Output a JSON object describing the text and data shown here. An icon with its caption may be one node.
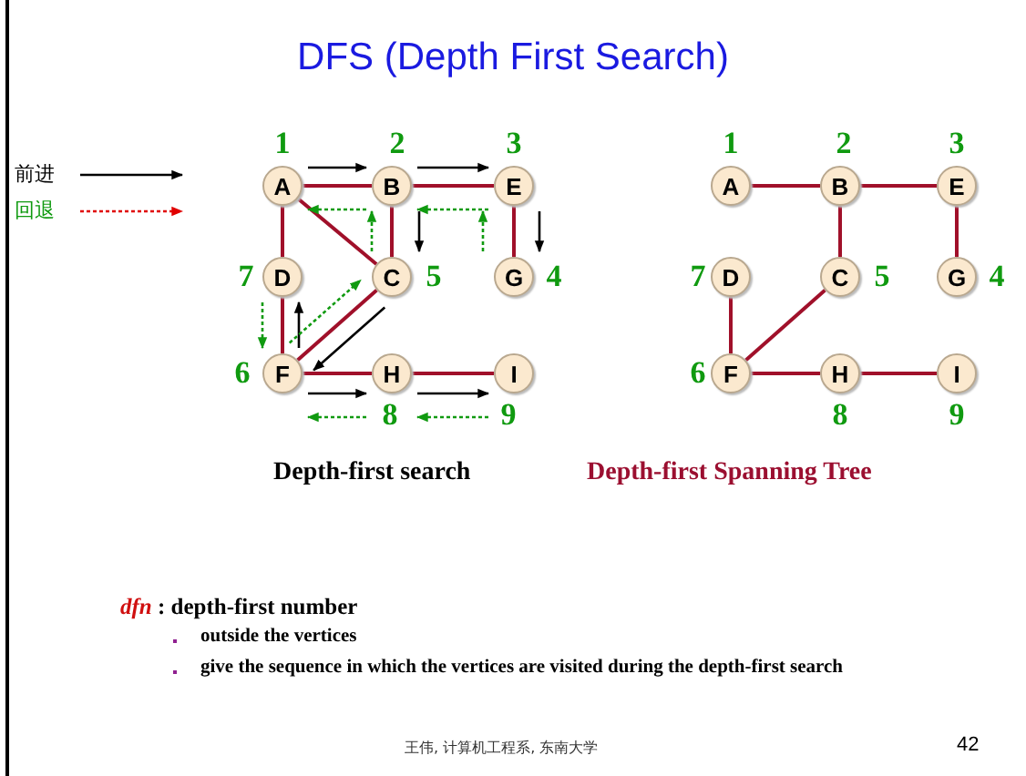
{
  "diagram": {
    "title": "DFS (Depth First Search)",
    "nodes": [
      {
        "text": [
          "A"
        ],
        "beside": [
          "1"
        ]
      },
      {
        "text": [
          "B"
        ],
        "beside": [
          "2"
        ]
      },
      {
        "text": [
          "E"
        ],
        "beside": [
          "3"
        ]
      },
      {
        "text": [
          "D"
        ],
        "beside": [
          "7"
        ]
      },
      {
        "text": [
          "C"
        ],
        "beside": [
          "5"
        ]
      },
      {
        "text": [
          "G"
        ],
        "beside": [
          "4"
        ]
      },
      {
        "text": [
          "F"
        ],
        "beside": [
          "6"
        ]
      },
      {
        "text": [
          "H"
        ],
        "beside": [
          "8"
        ]
      },
      {
        "text": [
          "I"
        ],
        "beside": [
          "9"
        ]
      },
      {
        "text": [
          "A"
        ],
        "beside": [
          "1"
        ]
      },
      {
        "text": [
          "B"
        ],
        "beside": [
          "2"
        ]
      },
      {
        "text": [
          "E"
        ],
        "beside": [
          "3"
        ]
      },
      {
        "text": [
          "D"
        ],
        "beside": [
          "7"
        ]
      },
      {
        "text": [
          "C"
        ],
        "beside": [
          "5"
        ]
      },
      {
        "text": [
          "G"
        ],
        "beside": [
          "4"
        ]
      },
      {
        "text": [
          "F"
        ],
        "beside": [
          "6"
        ]
      },
      {
        "text": [
          "H"
        ],
        "beside": [
          "8"
        ]
      },
      {
        "text": [
          "I"
        ],
        "beside": [
          "9"
        ]
      }
    ],
    "edges": [
      {
        "from": 0,
        "to": 1,
        "arrow": "none"
      },
      {
        "from": 1,
        "to": 2,
        "arrow": "none"
      },
      {
        "from": 0,
        "to": 3,
        "arrow": "none"
      },
      {
        "from": 0,
        "to": 4,
        "arrow": "none"
      },
      {
        "from": 1,
        "to": 4,
        "arrow": "none"
      },
      {
        "from": 2,
        "to": 5,
        "arrow": "none"
      },
      {
        "from": 3,
        "to": 6,
        "arrow": "none"
      },
      {
        "from": 4,
        "to": 6,
        "arrow": "none"
      },
      {
        "from": 6,
        "to": 7,
        "arrow": "none"
      },
      {
        "from": 7,
        "to": 8,
        "arrow": "none"
      },
      {
        "from": 9,
        "to": 10,
        "arrow": "none"
      },
      {
        "from": 10,
        "to": 11,
        "arrow": "none"
      },
      {
        "from": 10,
        "to": 13,
        "arrow": "none"
      },
      {
        "from": 11,
        "to": 14,
        "arrow": "none"
      },
      {
        "from": 12,
        "to": 15,
        "arrow": "none"
      },
      {
        "from": 13,
        "to": 15,
        "arrow": "none"
      },
      {
        "from": 15,
        "to": 16,
        "arrow": "none"
      },
      {
        "from": 16,
        "to": 17,
        "arrow": "none"
      },
      {
        "from": 0,
        "to": 1,
        "arrow": "to",
        "color": "#000000"
      },
      {
        "from": 1,
        "to": 2,
        "arrow": "to",
        "color": "#000000"
      },
      {
        "from": 1,
        "to": 4,
        "arrow": "to",
        "color": "#000000"
      },
      {
        "from": 2,
        "to": 5,
        "arrow": "to",
        "color": "#000000"
      },
      {
        "from": 4,
        "to": 6,
        "arrow": "to",
        "color": "#000000"
      },
      {
        "from": 6,
        "to": 3,
        "arrow": "to",
        "color": "#000000"
      },
      {
        "from": 6,
        "to": 7,
        "arrow": "to",
        "color": "#000000"
      },
      {
        "from": 7,
        "to": 8,
        "arrow": "to",
        "color": "#000000"
      },
      {
        "from": 5,
        "to": 2,
        "arrow": "to",
        "style": "dashed",
        "color": "#109a10"
      },
      {
        "from": 2,
        "to": 1,
        "arrow": "to",
        "style": "dashed",
        "color": "#109a10"
      },
      {
        "from": 4,
        "to": 1,
        "arrow": "to",
        "style": "dashed",
        "color": "#109a10"
      },
      {
        "from": 1,
        "to": 0,
        "arrow": "to",
        "style": "dashed",
        "color": "#109a10"
      },
      {
        "from": 3,
        "to": 6,
        "arrow": "to",
        "style": "dashed",
        "color": "#109a10"
      },
      {
        "from": 6,
        "to": 4,
        "arrow": "to",
        "style": "dashed",
        "color": "#109a10"
      },
      {
        "from": 7,
        "to": 6,
        "arrow": "to",
        "style": "dashed",
        "color": "#109a10"
      },
      {
        "from": 8,
        "to": 7,
        "arrow": "to",
        "style": "dashed",
        "color": "#109a10"
      }
    ],
    "labels": [
      "Depth-first search",
      "Depth-first Spanning Tree",
      "*dfn* : depth-first number",
      "outside the vertices",
      "give the sequence in which the vertices are visited during the depth-first search",
      "王伟, 计算机工程系, 东南大学",
      "42"
    ],
    "legend": [
      {
        "text": "前进"
      },
      {
        "text": "回退"
      }
    ]
  }
}
